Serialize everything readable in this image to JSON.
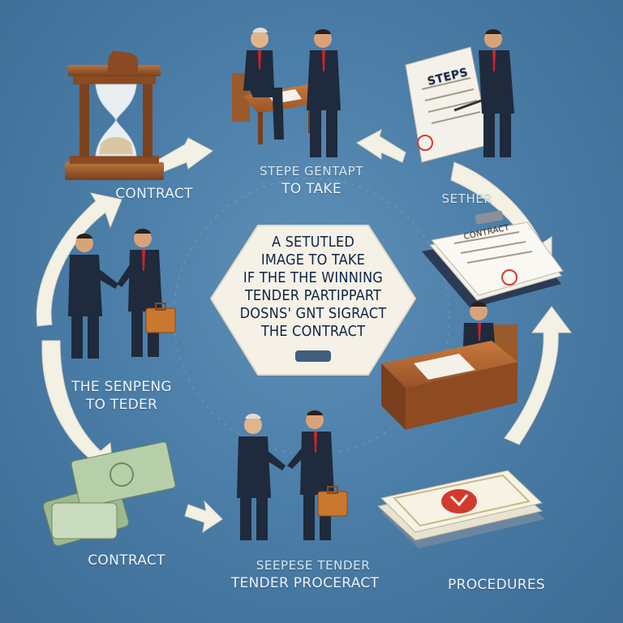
{
  "center": {
    "lines": [
      "A SETUTLED",
      "IMAGE TO TAKE",
      "IF THE THE WINNING",
      "TENDER PARTIPPART",
      "DOSNS' GNT SIGRACT",
      "THE CONTRACT"
    ]
  },
  "labels": {
    "top_left": "CONTRACT",
    "top_center_line1": "STEPE GENTAPT",
    "top_center_line2": "TO TAKE",
    "right_upper": "SETHER",
    "left_middle_line1": "THE SENPENG",
    "left_middle_line2": "TO TEDER",
    "bottom_left": "CONTRACT",
    "bottom_center_line1": "SEEPESE TENDER",
    "bottom_center_line2": "TENDER PROCERACT",
    "bottom_right": "PROCEDURES",
    "steps_sign": "STEPS",
    "clipboard_text": "CONTRACT"
  },
  "colors": {
    "background": "#4b7ea8",
    "arrow": "#f3f0e4",
    "suit": "#1f2a3c",
    "tie": "#c8242b",
    "wood": "#9a5a2c",
    "paper": "#f4f1ea",
    "money": "#b7cfa8",
    "stamp": "#d13b2f",
    "center_text": "#0e2546"
  }
}
